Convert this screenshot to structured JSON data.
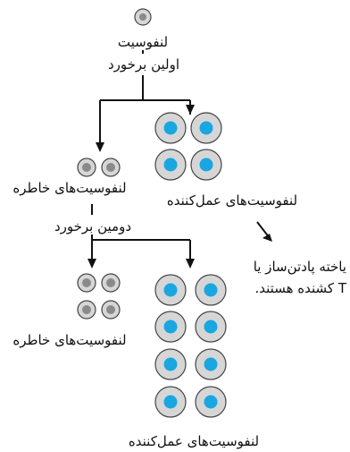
{
  "labels": {
    "top_cell": "لنفوسیت",
    "first_encounter": "اولین برخورد",
    "memory_cells_1": "لنفوسیت‌های خاطره",
    "effector_cells_1": "لنفوسیت‌های عمل‌کننده",
    "second_encounter": "دومین برخورد",
    "memory_cells_2": "لنفوسیت‌های خاطره",
    "effector_cells_2": "لنفوسیت‌های عمل‌کننده"
  },
  "caption": {
    "line1": "یاخته پادتن‌ساز یا",
    "line2": "T کشنده هستند."
  },
  "colors": {
    "cell_fill": "#d6d6d6",
    "cell_stroke": "#444444",
    "memory_nucleus": "#8a8a8a",
    "effector_nucleus": "#1aa6e0",
    "line": "#111111"
  }
}
